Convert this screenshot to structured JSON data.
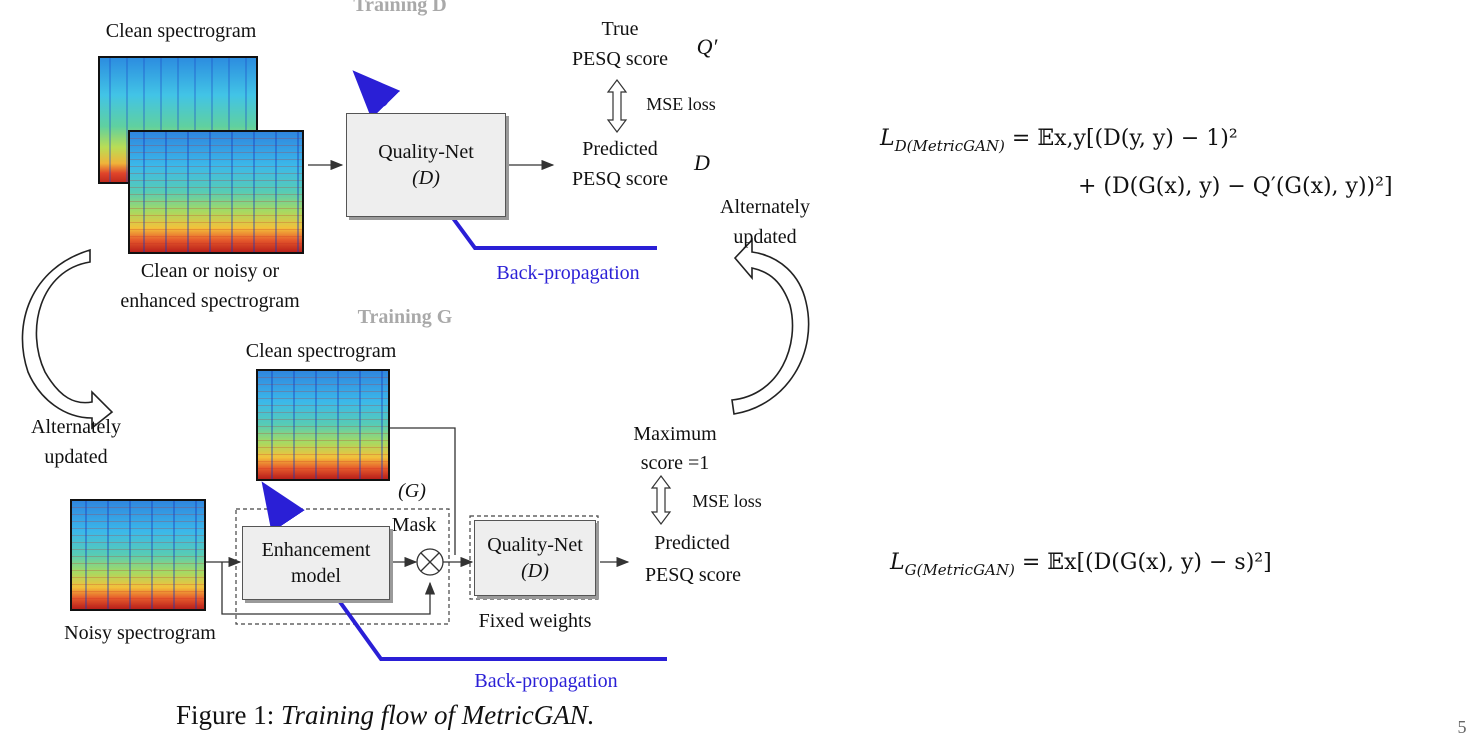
{
  "top": {
    "title": "Training D",
    "clean_label": "Clean spectrogram",
    "input_label_1": "Clean or noisy or",
    "input_label_2": "enhanced spectrogram",
    "qnet_line1": "Quality-Net",
    "qnet_line2": "(D)",
    "true_line1": "True",
    "true_line2": "PESQ score",
    "q_prime": "Q′",
    "mse": "MSE loss",
    "pred_line1": "Predicted",
    "pred_line2": "PESQ score",
    "d_symbol": "D",
    "backprop": "Back-propagation"
  },
  "alt_right": {
    "line1": "Alternately",
    "line2": "updated"
  },
  "alt_left": {
    "line1": "Alternately",
    "line2": "updated"
  },
  "bottom": {
    "title": "Training G",
    "clean_label": "Clean spectrogram",
    "g_label": "(G)",
    "mask_label": "Mask",
    "enh_line1": "Enhancement",
    "enh_line2": "model",
    "qnet_line1": "Quality-Net",
    "qnet_line2": "(D)",
    "fixed": "Fixed weights",
    "max_line1": "Maximum",
    "max_line2": "score =1",
    "mse": "MSE loss",
    "pred_line1": "Predicted",
    "pred_line2": "PESQ score",
    "noisy_label": "Noisy spectrogram",
    "backprop": "Back-propagation"
  },
  "caption": {
    "prefix": "Figure 1: ",
    "text": "Training flow of MetricGAN."
  },
  "equations": {
    "ld_lhs": "L",
    "ld_sub": "D(MetricGAN)",
    "ld_line1": "= 𝔼x,y[(D(y, y) − 1)²",
    "ld_line2": "+ (D(G(x), y) − Q′(G(x), y))²]",
    "lg_lhs": "L",
    "lg_sub": "G(MetricGAN)",
    "lg_rhs": "= 𝔼x[(D(G(x), y) − s)²]"
  },
  "page_number": "5",
  "colors": {
    "arrow_blue": "#2a1fd6",
    "box_fill": "#eeeeee",
    "label_gray": "#a9a9a9"
  }
}
